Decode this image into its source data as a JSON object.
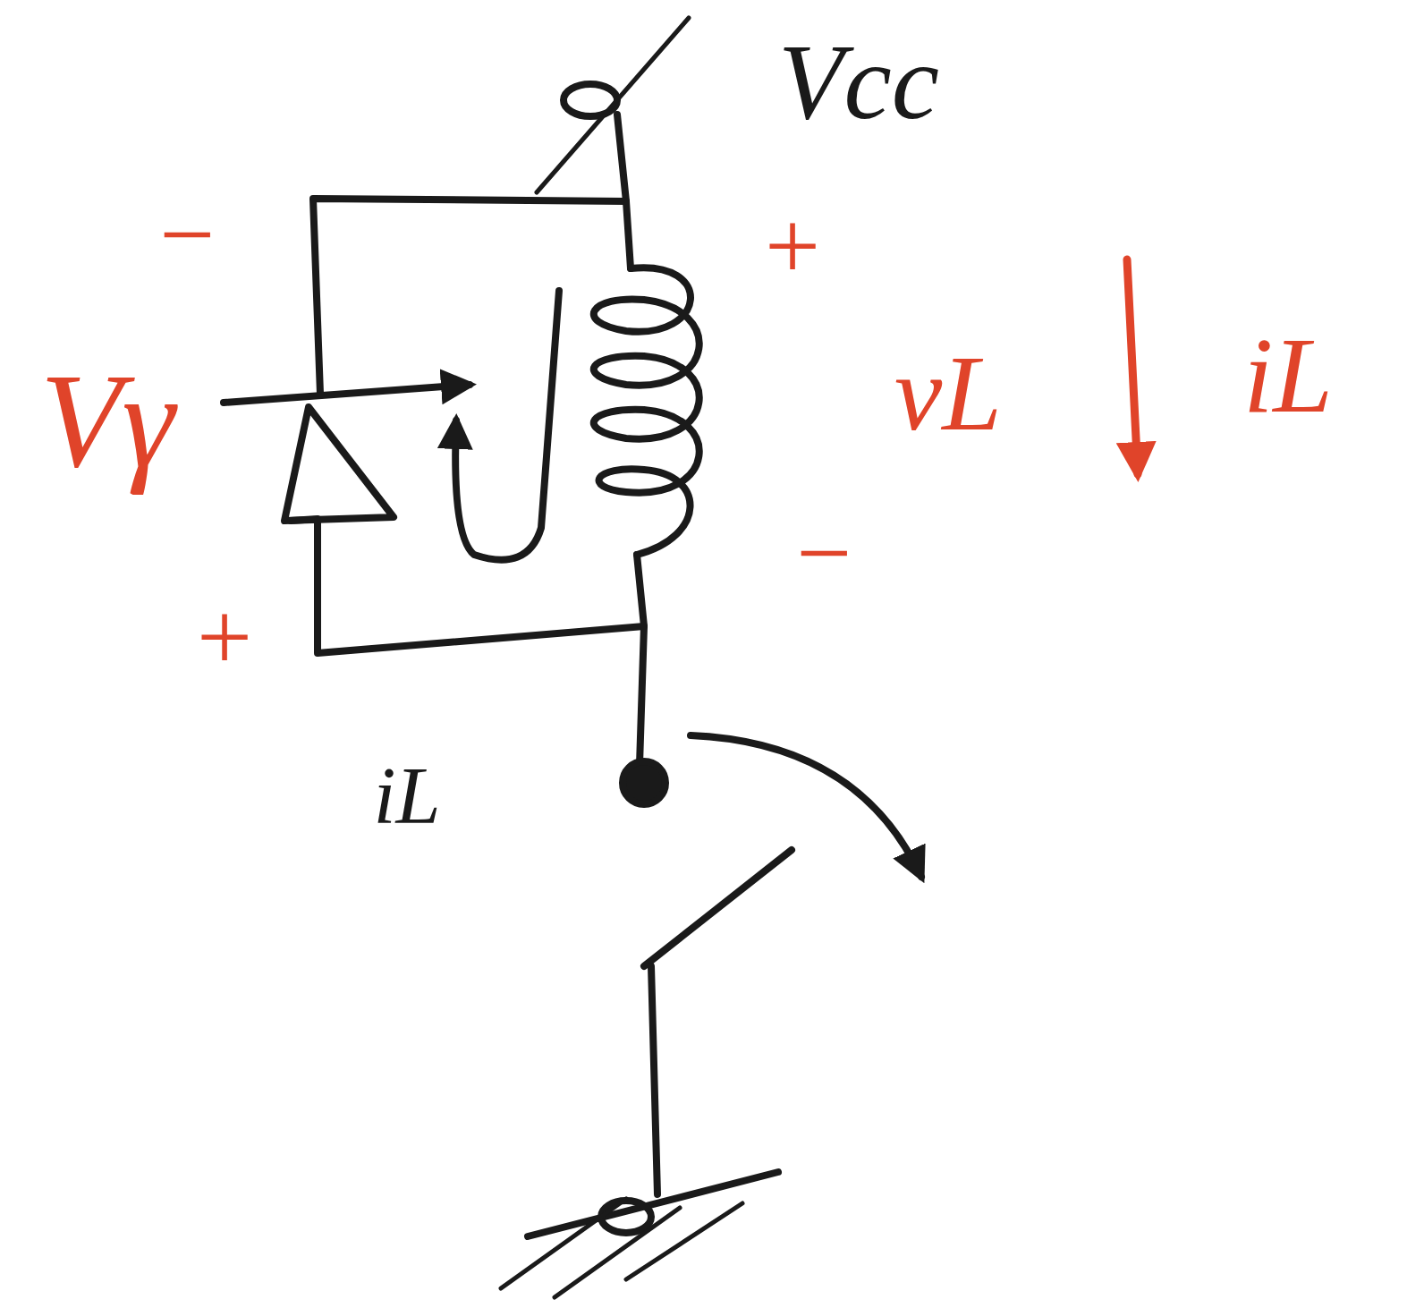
{
  "diagram": {
    "labels": [
      "Vcc",
      "−",
      "Vγ",
      "+",
      "+",
      "vL",
      "iL",
      "−",
      "iL"
    ]
  }
}
